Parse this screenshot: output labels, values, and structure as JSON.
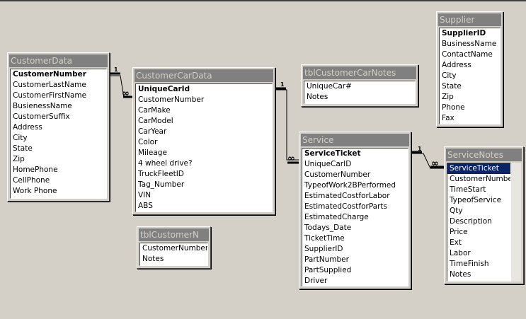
{
  "tables": {
    "customer_data": {
      "title": "CustomerData",
      "fields": [
        "CustomerNumber",
        "CustomerLastName",
        "CustomerFirstName",
        "BusienessName",
        "CustomerSuffix",
        "Address",
        "City",
        "State",
        "Zip",
        "HomePhone",
        "CellPhone",
        "Work Phone"
      ]
    },
    "customer_car_data": {
      "title": "CustomerCarData",
      "fields": [
        "UniqueCarId",
        "CustomerNumber",
        "CarMake",
        "CarModel",
        "CarYear",
        "Color",
        "Mileage",
        "4 wheel drive?",
        "TruckFleetID",
        "Tag_Number",
        "VIN",
        "ABS"
      ]
    },
    "tbl_customer_car_notes": {
      "title": "tblCustomerCarNotes",
      "fields": [
        "UniqueCar#",
        "Notes"
      ]
    },
    "supplier": {
      "title": "Supplier",
      "fields": [
        "SupplierID",
        "BusinessName",
        "ContactName",
        "Address",
        "City",
        "State",
        "Zip",
        "Phone",
        "Fax"
      ]
    },
    "service": {
      "title": "Service",
      "fields": [
        "ServiceTicket",
        "UniqueCarID",
        "CustomerNumber",
        "TypeofWork2BPerformed",
        "EstimatedCostforLabor",
        "EstimatedCostforParts",
        "EstimatedCharge",
        "Todays_Date",
        "TicketTime",
        "SupplierID",
        "PartNumber",
        "PartSupplied",
        "Driver"
      ]
    },
    "service_notes": {
      "title": "ServiceNotes",
      "fields": [
        "ServiceTicket",
        "CustomerNumber",
        "TimeStart",
        "TypeofService",
        "Qty",
        "Description",
        "Price",
        "Ext",
        "Labor",
        "TimeFinish",
        "Notes"
      ]
    },
    "tbl_customer_n": {
      "title": "tblCustomerN",
      "fields": [
        "CustomerNumber",
        "Notes"
      ]
    }
  },
  "relationships": {
    "one_label": "1",
    "many_label": "∞"
  }
}
